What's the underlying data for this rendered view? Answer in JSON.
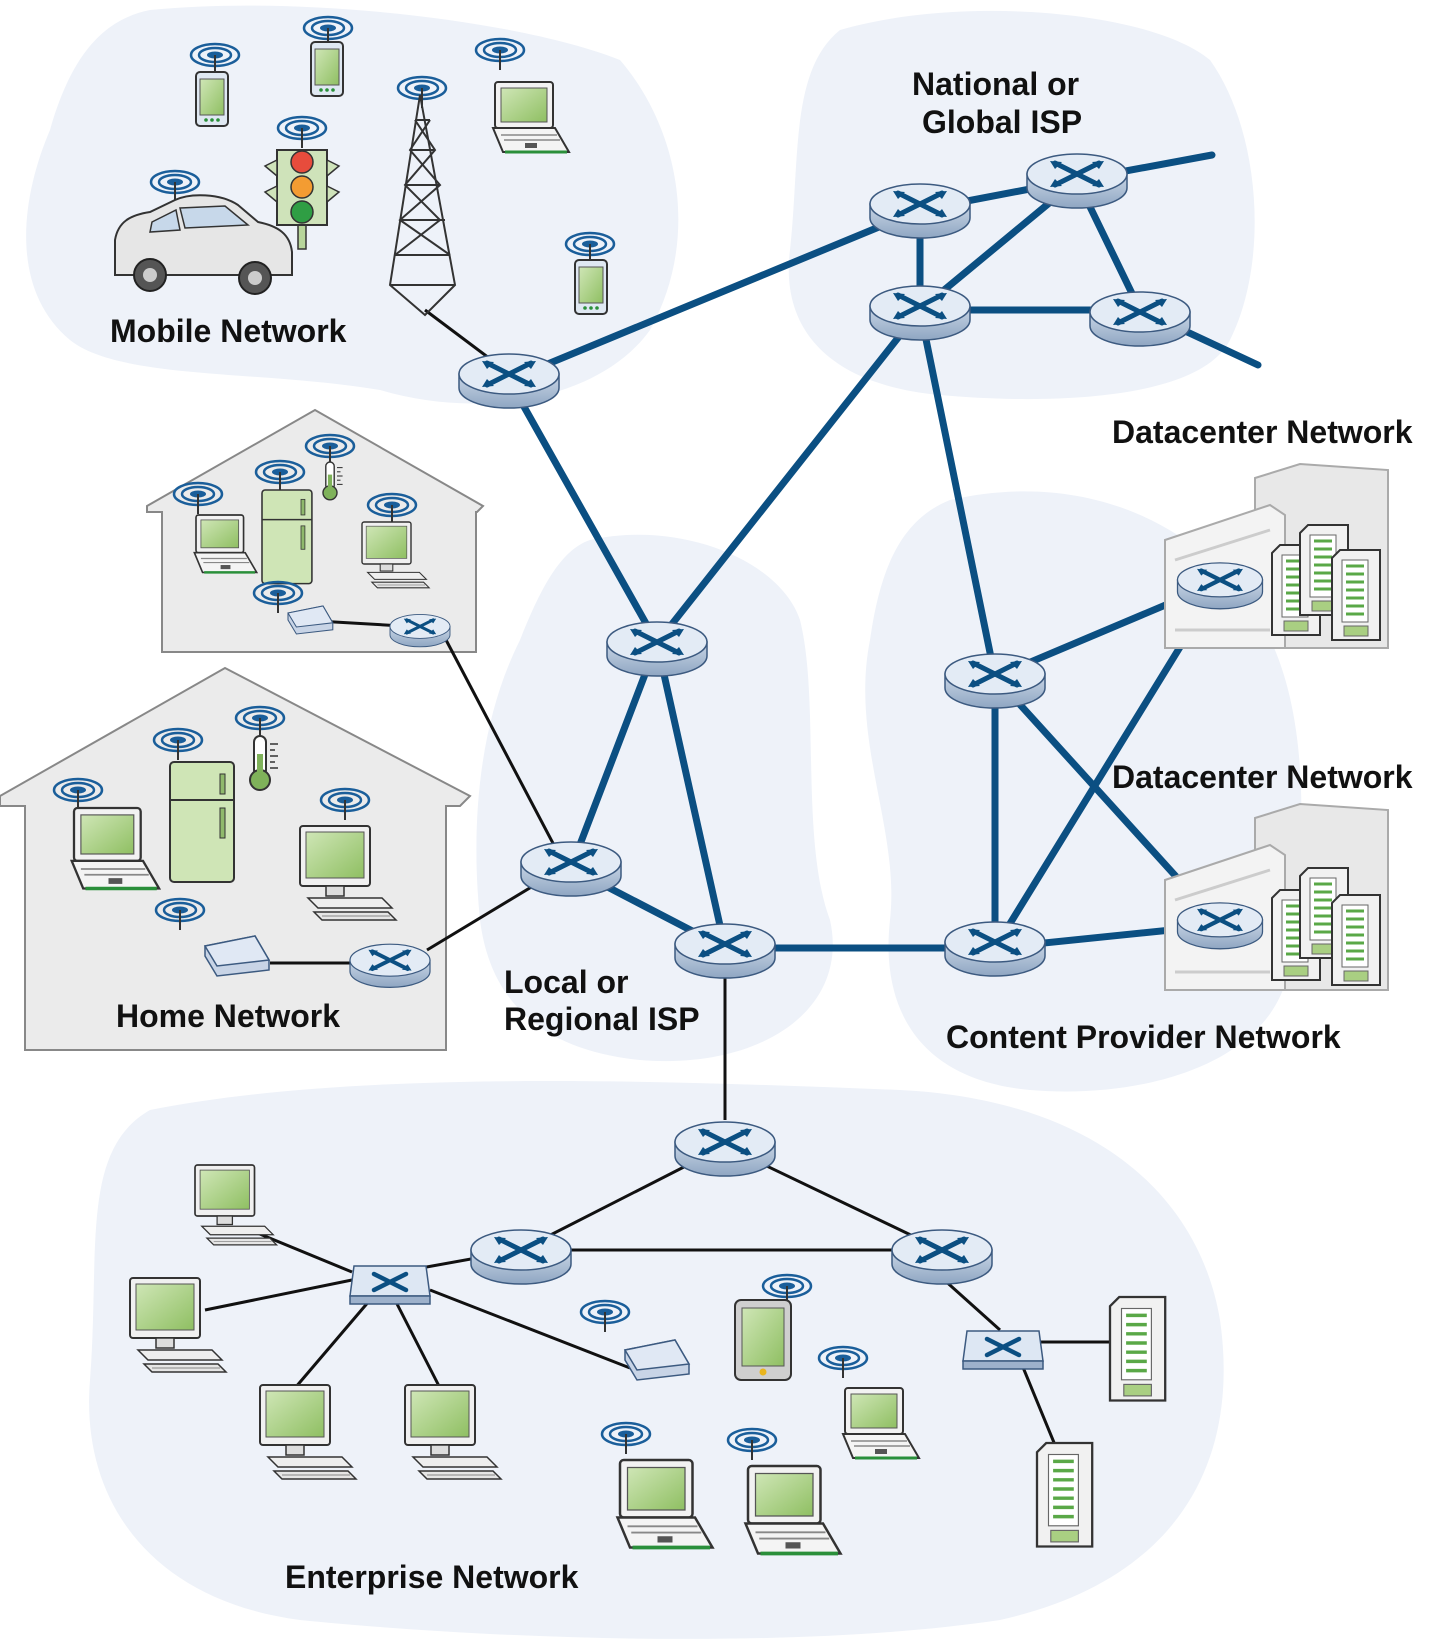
{
  "labels": {
    "mobile": "Mobile Network",
    "national_1": "National or",
    "national_2": "Global ISP",
    "datacenter_1": "Datacenter Network",
    "datacenter_2": "Datacenter Network",
    "home": "Home Network",
    "local_1": "Local or",
    "local_2": "Regional ISP",
    "content": "Content Provider Network",
    "enterprise": "Enterprise Network"
  },
  "colors": {
    "backbone_link": "#0b4f82",
    "access_link": "#111111",
    "cloud": "#eef2f9",
    "house": "#e9e9e9",
    "router_top": "#e4ecf6",
    "router_mark": "#0b4f82",
    "screen": "#a9cf82"
  },
  "icons": [
    "router-icon",
    "switch-icon",
    "wifi-icon",
    "laptop-icon",
    "desktop-icon",
    "phone-icon",
    "tablet-icon",
    "car-icon",
    "traffic-light-icon",
    "cell-tower-icon",
    "fridge-icon",
    "thermometer-icon",
    "modem-icon",
    "server-rack-icon",
    "building-icon"
  ]
}
